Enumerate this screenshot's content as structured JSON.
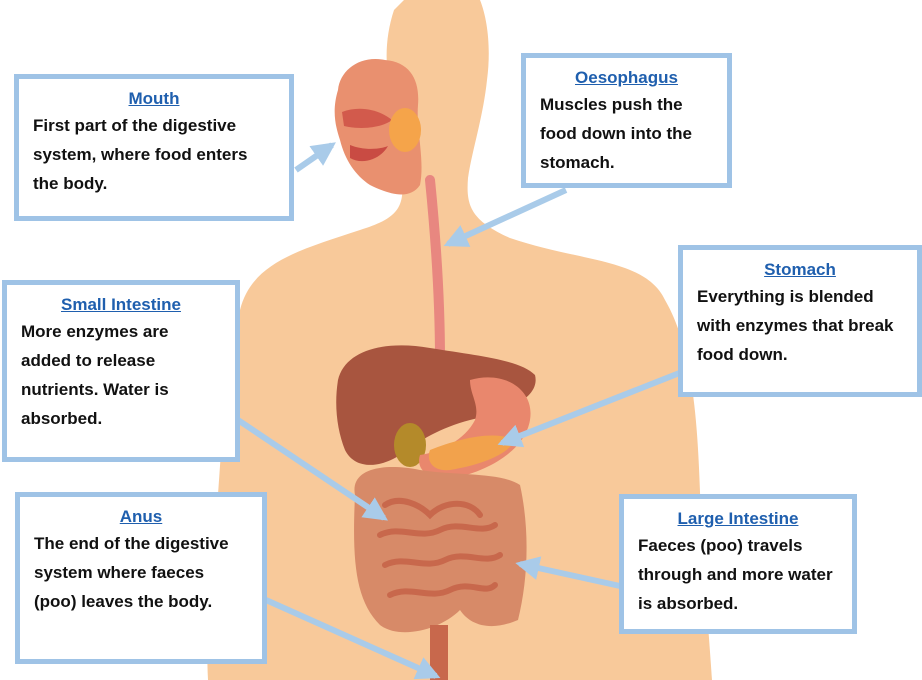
{
  "labels": {
    "mouth": {
      "title": "Mouth",
      "body": "First part of the digestive system, where food enters the body."
    },
    "oesophagus": {
      "title": "Oesophagus",
      "body": "Muscles push the food down into the stomach."
    },
    "stomach": {
      "title": "Stomach",
      "body": "Everything is blended with enzymes that break food down."
    },
    "small_intestine": {
      "title": "Small Intestine",
      "body": "More enzymes are added to release nutrients. Water is absorbed."
    },
    "anus": {
      "title": "Anus",
      "body": "The end of the digestive system where faeces (poo) leaves the body."
    },
    "large_intestine": {
      "title": "Large Intestine",
      "body": "Faeces (poo) travels through and more water is absorbed."
    }
  },
  "colors": {
    "body_silhouette": "#f8c99a",
    "callout_border": "#9fc3e6",
    "arrow": "#a9cbe9",
    "title_text": "#1f5fae"
  }
}
